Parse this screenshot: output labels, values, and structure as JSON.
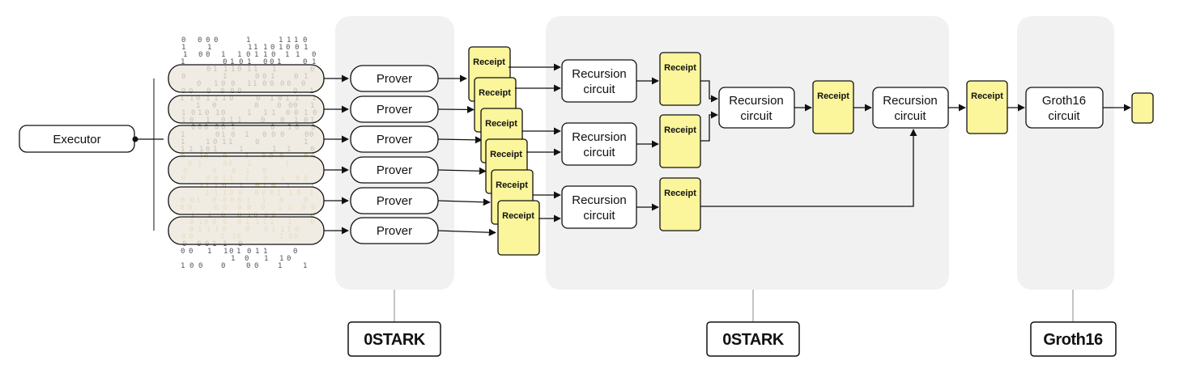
{
  "colors": {
    "panel": "#f1f1f1",
    "receipt_fill": "#fbf59b",
    "segment_fill": "#ece6da",
    "stroke": "#111111"
  },
  "executor": {
    "label": "Executor"
  },
  "provers": [
    {
      "label": "Prover"
    },
    {
      "label": "Prover"
    },
    {
      "label": "Prover"
    },
    {
      "label": "Prover"
    },
    {
      "label": "Prover"
    },
    {
      "label": "Prover"
    }
  ],
  "receipts": {
    "label": "Receipt"
  },
  "recursion": {
    "label_line1": "Recursion",
    "label_line2": "circuit"
  },
  "groth16_circuit": {
    "label_line1": "Groth16",
    "label_line2": "circuit"
  },
  "footer": {
    "stark_1": "0STARK",
    "stark_2": "0STARK",
    "groth16": "Groth16"
  }
}
